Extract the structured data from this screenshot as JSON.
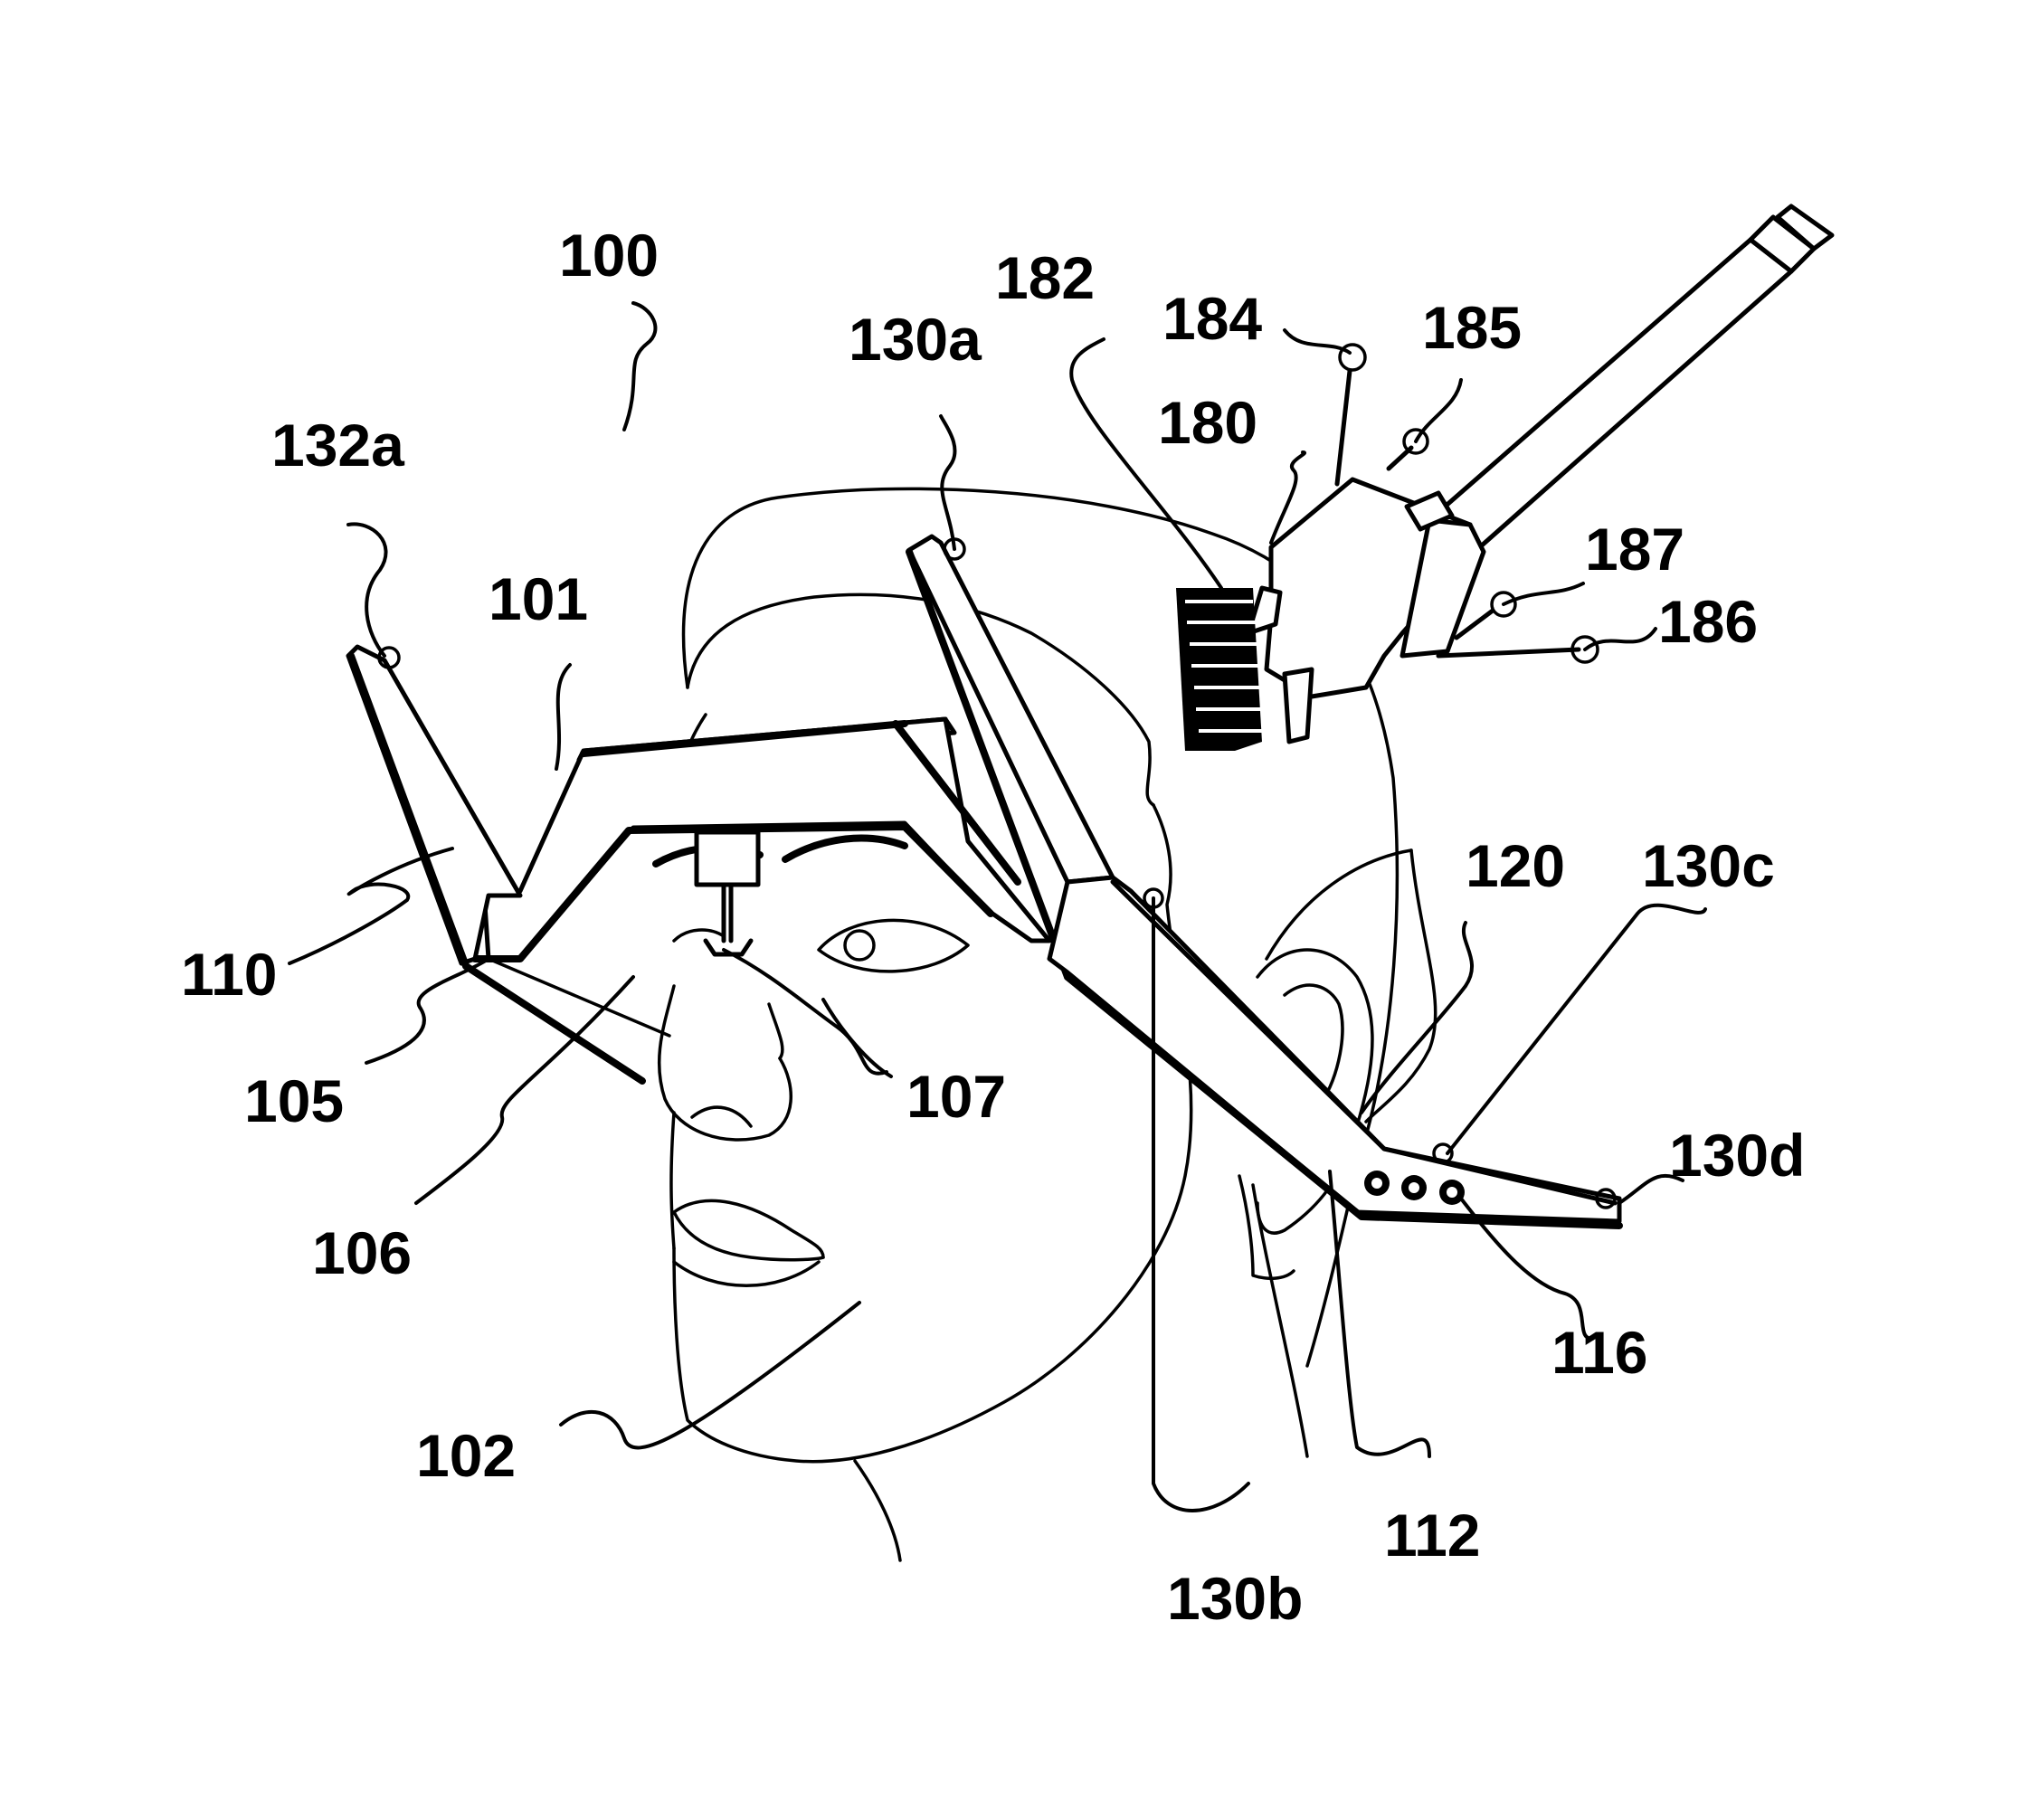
{
  "figure": {
    "labels": {
      "l100": "100",
      "l101": "101",
      "l102": "102",
      "l105": "105",
      "l106": "106",
      "l107": "107",
      "l110": "110",
      "l112": "112",
      "l116": "116",
      "l120": "120",
      "l130a": "130a",
      "l130b": "130b",
      "l130c": "130c",
      "l130d": "130d",
      "l132a": "132a",
      "l180": "180",
      "l182": "182",
      "l184": "184",
      "l185": "185",
      "l186": "186",
      "l187": "187"
    }
  }
}
